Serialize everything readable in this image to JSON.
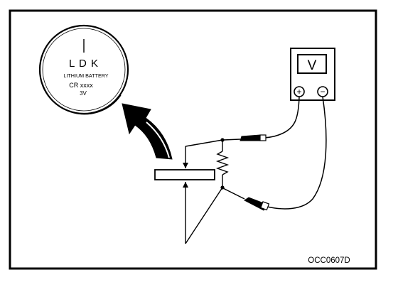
{
  "battery": {
    "brand": "L D K",
    "type_line": "LITHIUM BATTERY",
    "model_line": "CR xxxx",
    "voltage_line": "3V"
  },
  "meter": {
    "display": "V",
    "positive_terminal": "+",
    "negative_terminal": "−"
  },
  "figure_code": "OCC0607D"
}
